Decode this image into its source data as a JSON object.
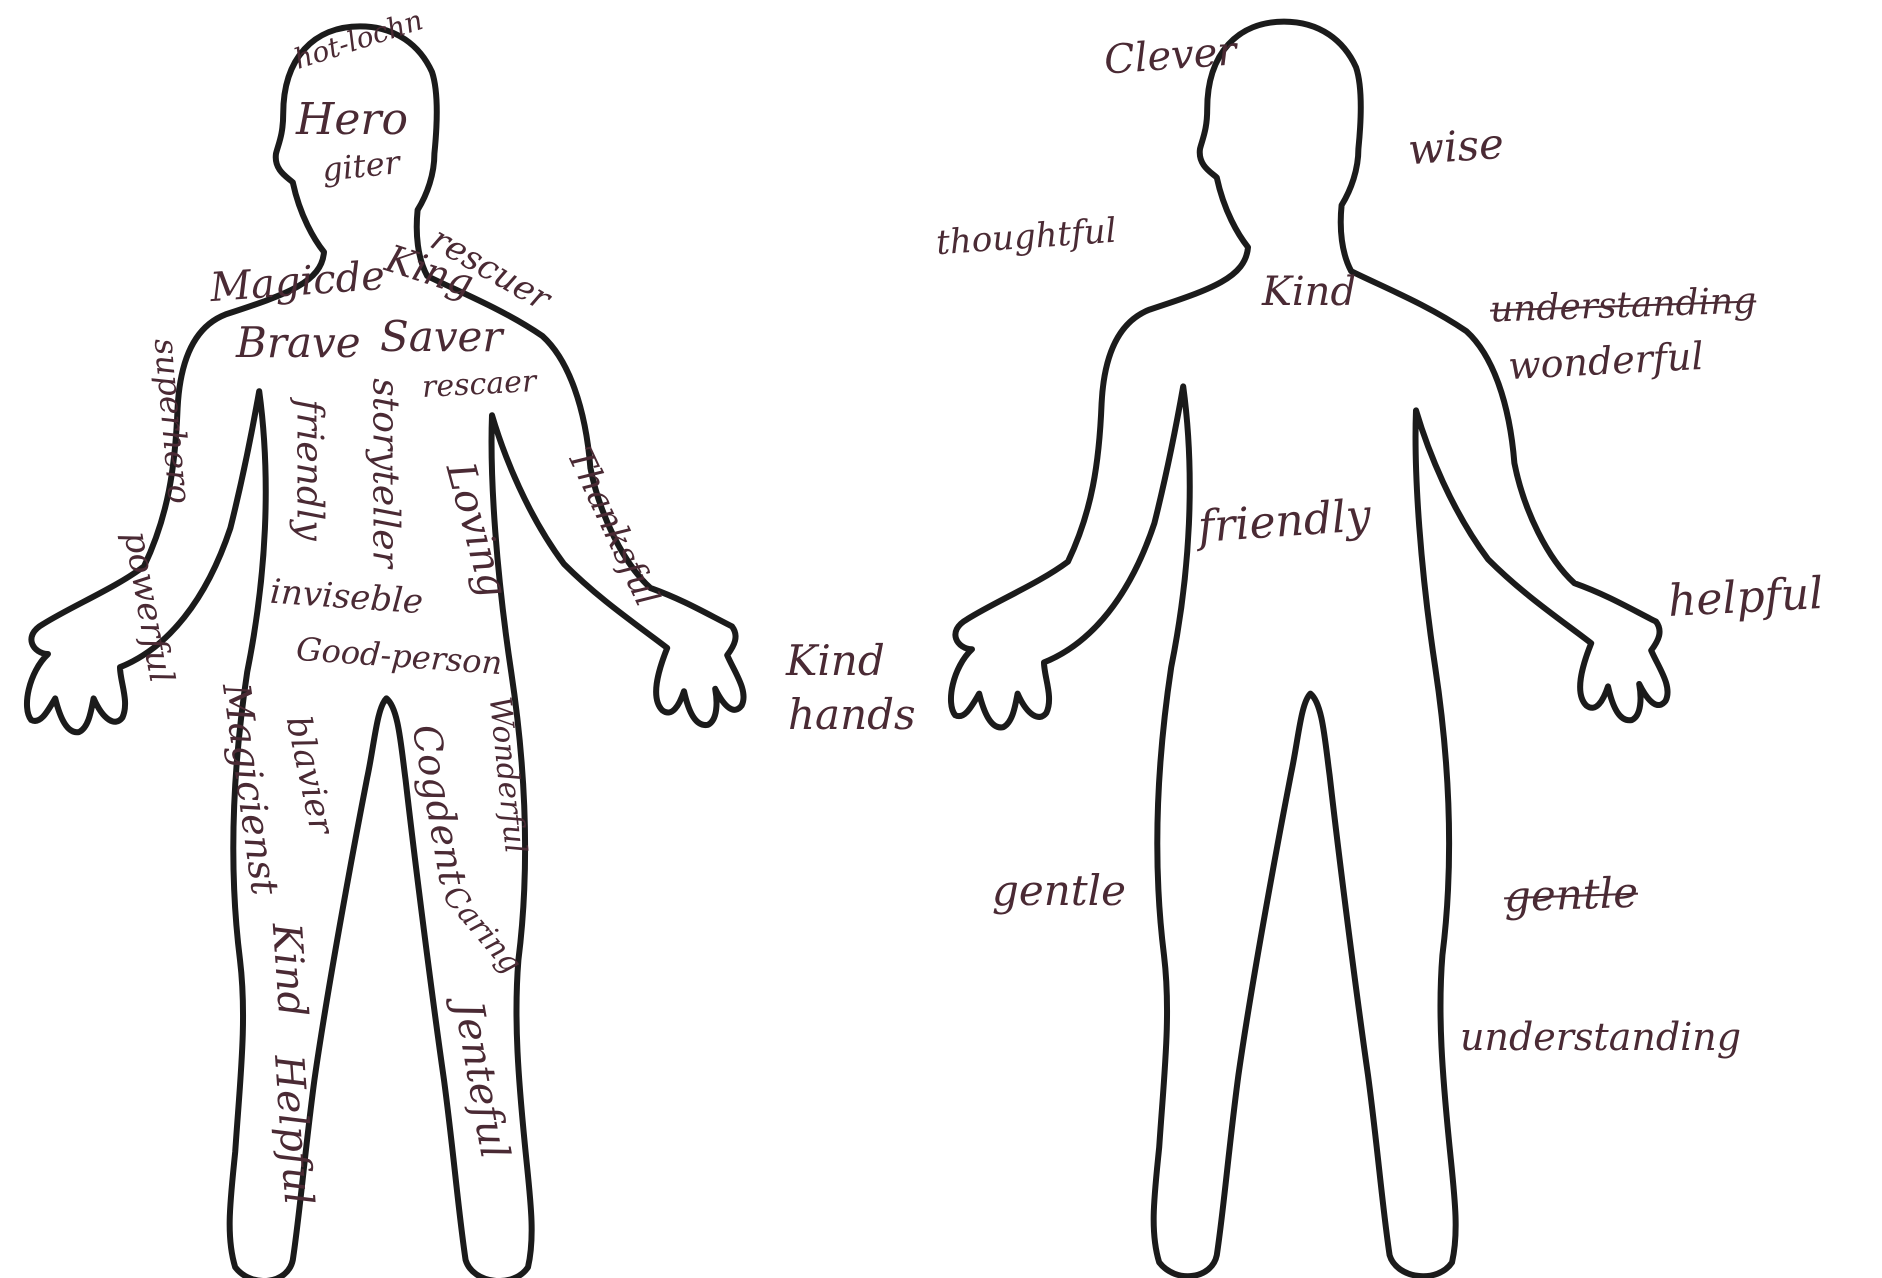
{
  "colors": {
    "ink": "#4a2a34",
    "outline": "#1b1b1b",
    "paper": "#ffffff"
  },
  "left_figure": {
    "words": [
      "hot-lochn",
      "Hero",
      "giter",
      "Magicde",
      "King",
      "rescuer",
      "Brave",
      "Saver",
      "rescaer",
      "superhero",
      "powerful",
      "friendly",
      "storyteller",
      "Loving",
      "Thanksful",
      "inviseble",
      "Good-person",
      "Magicienst",
      "blavier",
      "Cogdent",
      "Wonderful",
      "Caring",
      "Kind",
      "Helpful",
      "Jenteful"
    ]
  },
  "right_figure": {
    "words": [
      "Clever",
      "wise",
      "thoughtful",
      "Kind",
      "understanding",
      "wonderful",
      "friendly",
      "helpful",
      "Kind",
      "hands",
      "gentle",
      "gentle",
      "understanding"
    ]
  }
}
